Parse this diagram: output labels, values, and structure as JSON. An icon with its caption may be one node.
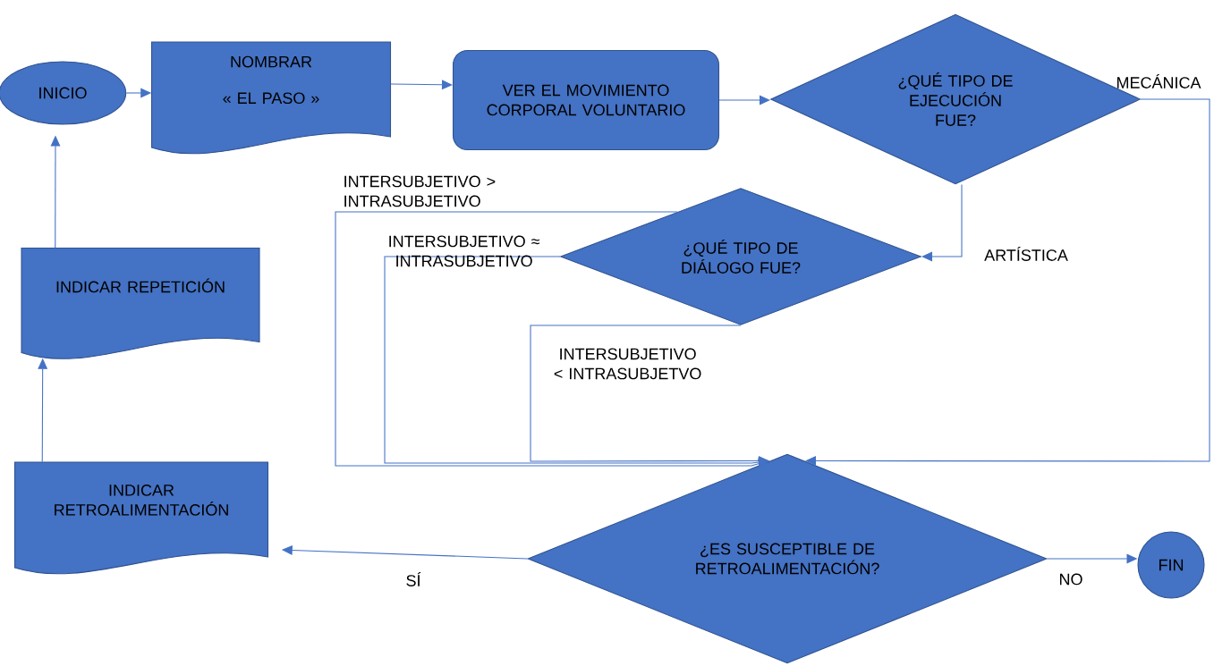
{
  "diagram": {
    "nodes": [
      {
        "text": [
          "INICIO"
        ]
      },
      {
        "text": [
          "NOMBRAR",
          "« EL PASO »"
        ]
      },
      {
        "text": [
          "VER EL MOVIMIENTO CORPORAL VOLUNTARIO"
        ]
      },
      {
        "text": [
          "¿QUÉ TIPO DE EJECUCIÓN FUE?"
        ]
      },
      {
        "text": [
          "¿QUÉ TIPO DE DIÁLOGO FUE?"
        ]
      },
      {
        "text": [
          "INDICAR REPETICIÓN"
        ]
      },
      {
        "text": [
          "INDICAR RETROALIMENTACIÓN"
        ]
      },
      {
        "text": [
          "¿ES SUSCEPTIBLE DE RETROALIMENTACIÓN?"
        ]
      },
      {
        "text": [
          "FIN"
        ]
      }
    ],
    "edges": [
      {
        "from": 0,
        "to": 1,
        "arrow": "to"
      },
      {
        "from": 1,
        "to": 2,
        "arrow": "to"
      },
      {
        "from": 2,
        "to": 3,
        "arrow": "to"
      },
      {
        "from": 3,
        "to": 7,
        "arrow": "to",
        "label": "MECÁNICA"
      },
      {
        "from": 3,
        "to": 4,
        "arrow": "to",
        "label": "ARTÍSTICA"
      },
      {
        "from": 4,
        "to": 7,
        "arrow": "to",
        "label": "INTERSUBJETIVO > INTRASUBJETIVO"
      },
      {
        "from": 4,
        "to": 7,
        "arrow": "to",
        "label": "INTERSUBJETIVO ≈ INTRASUBJETIVO"
      },
      {
        "from": 4,
        "to": 7,
        "arrow": "to",
        "label": "INTERSUBJETIVO < INTRASUBJETVO"
      },
      {
        "from": 7,
        "to": 6,
        "arrow": "to",
        "label": "SÍ"
      },
      {
        "from": 7,
        "to": 8,
        "arrow": "to",
        "label": "NO"
      },
      {
        "from": 6,
        "to": 5,
        "arrow": "to"
      },
      {
        "from": 5,
        "to": 0,
        "arrow": "to"
      }
    ]
  }
}
